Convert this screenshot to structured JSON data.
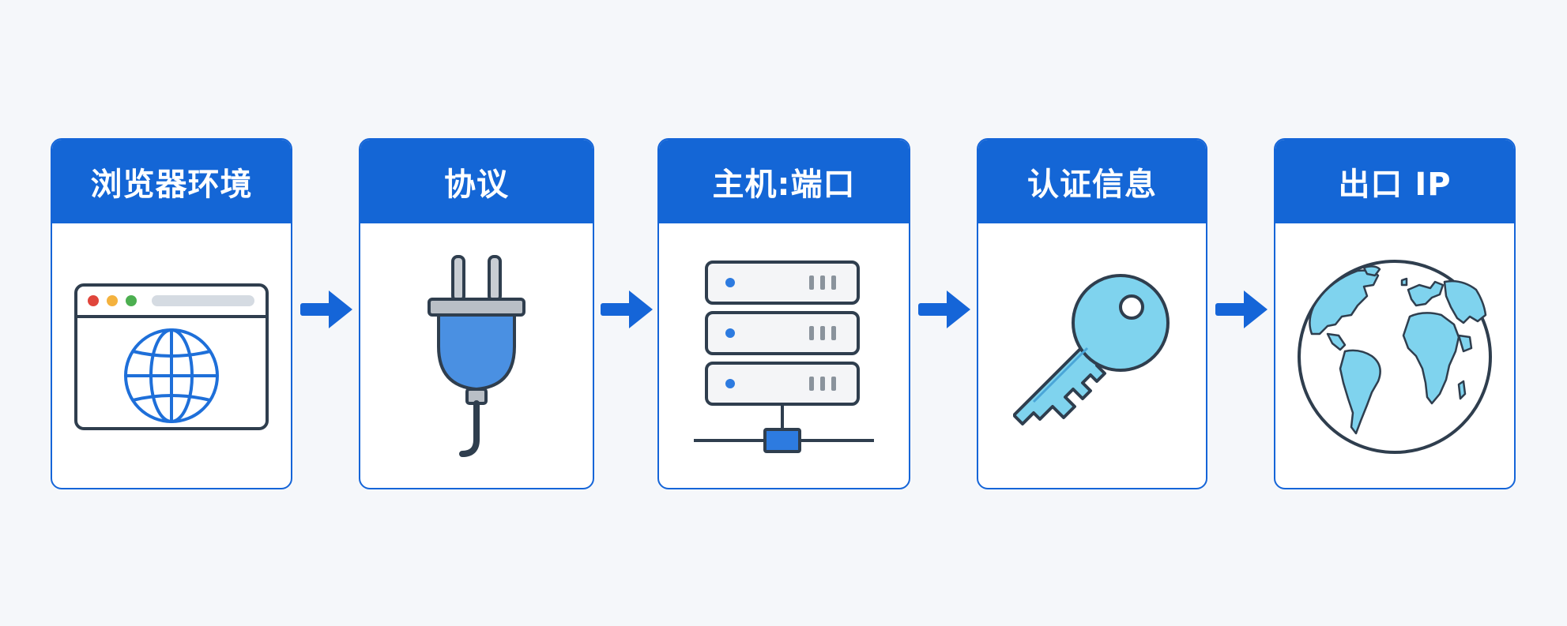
{
  "steps": [
    {
      "title": "浏览器环境",
      "icon": "browser-globe-icon"
    },
    {
      "title": "协议",
      "icon": "plug-icon"
    },
    {
      "title": "主机:端口",
      "icon": "server-rack-icon"
    },
    {
      "title": "认证信息",
      "icon": "key-icon"
    },
    {
      "title": "出口 IP",
      "icon": "earth-globe-icon"
    }
  ],
  "colors": {
    "header_blue": "#1466d6",
    "arrow_blue": "#1565d8",
    "icon_light_blue": "#7fd3ee",
    "plug_blue": "#4a90e2",
    "outline_dark": "#2f3e4e",
    "background": "#f5f7fa"
  }
}
